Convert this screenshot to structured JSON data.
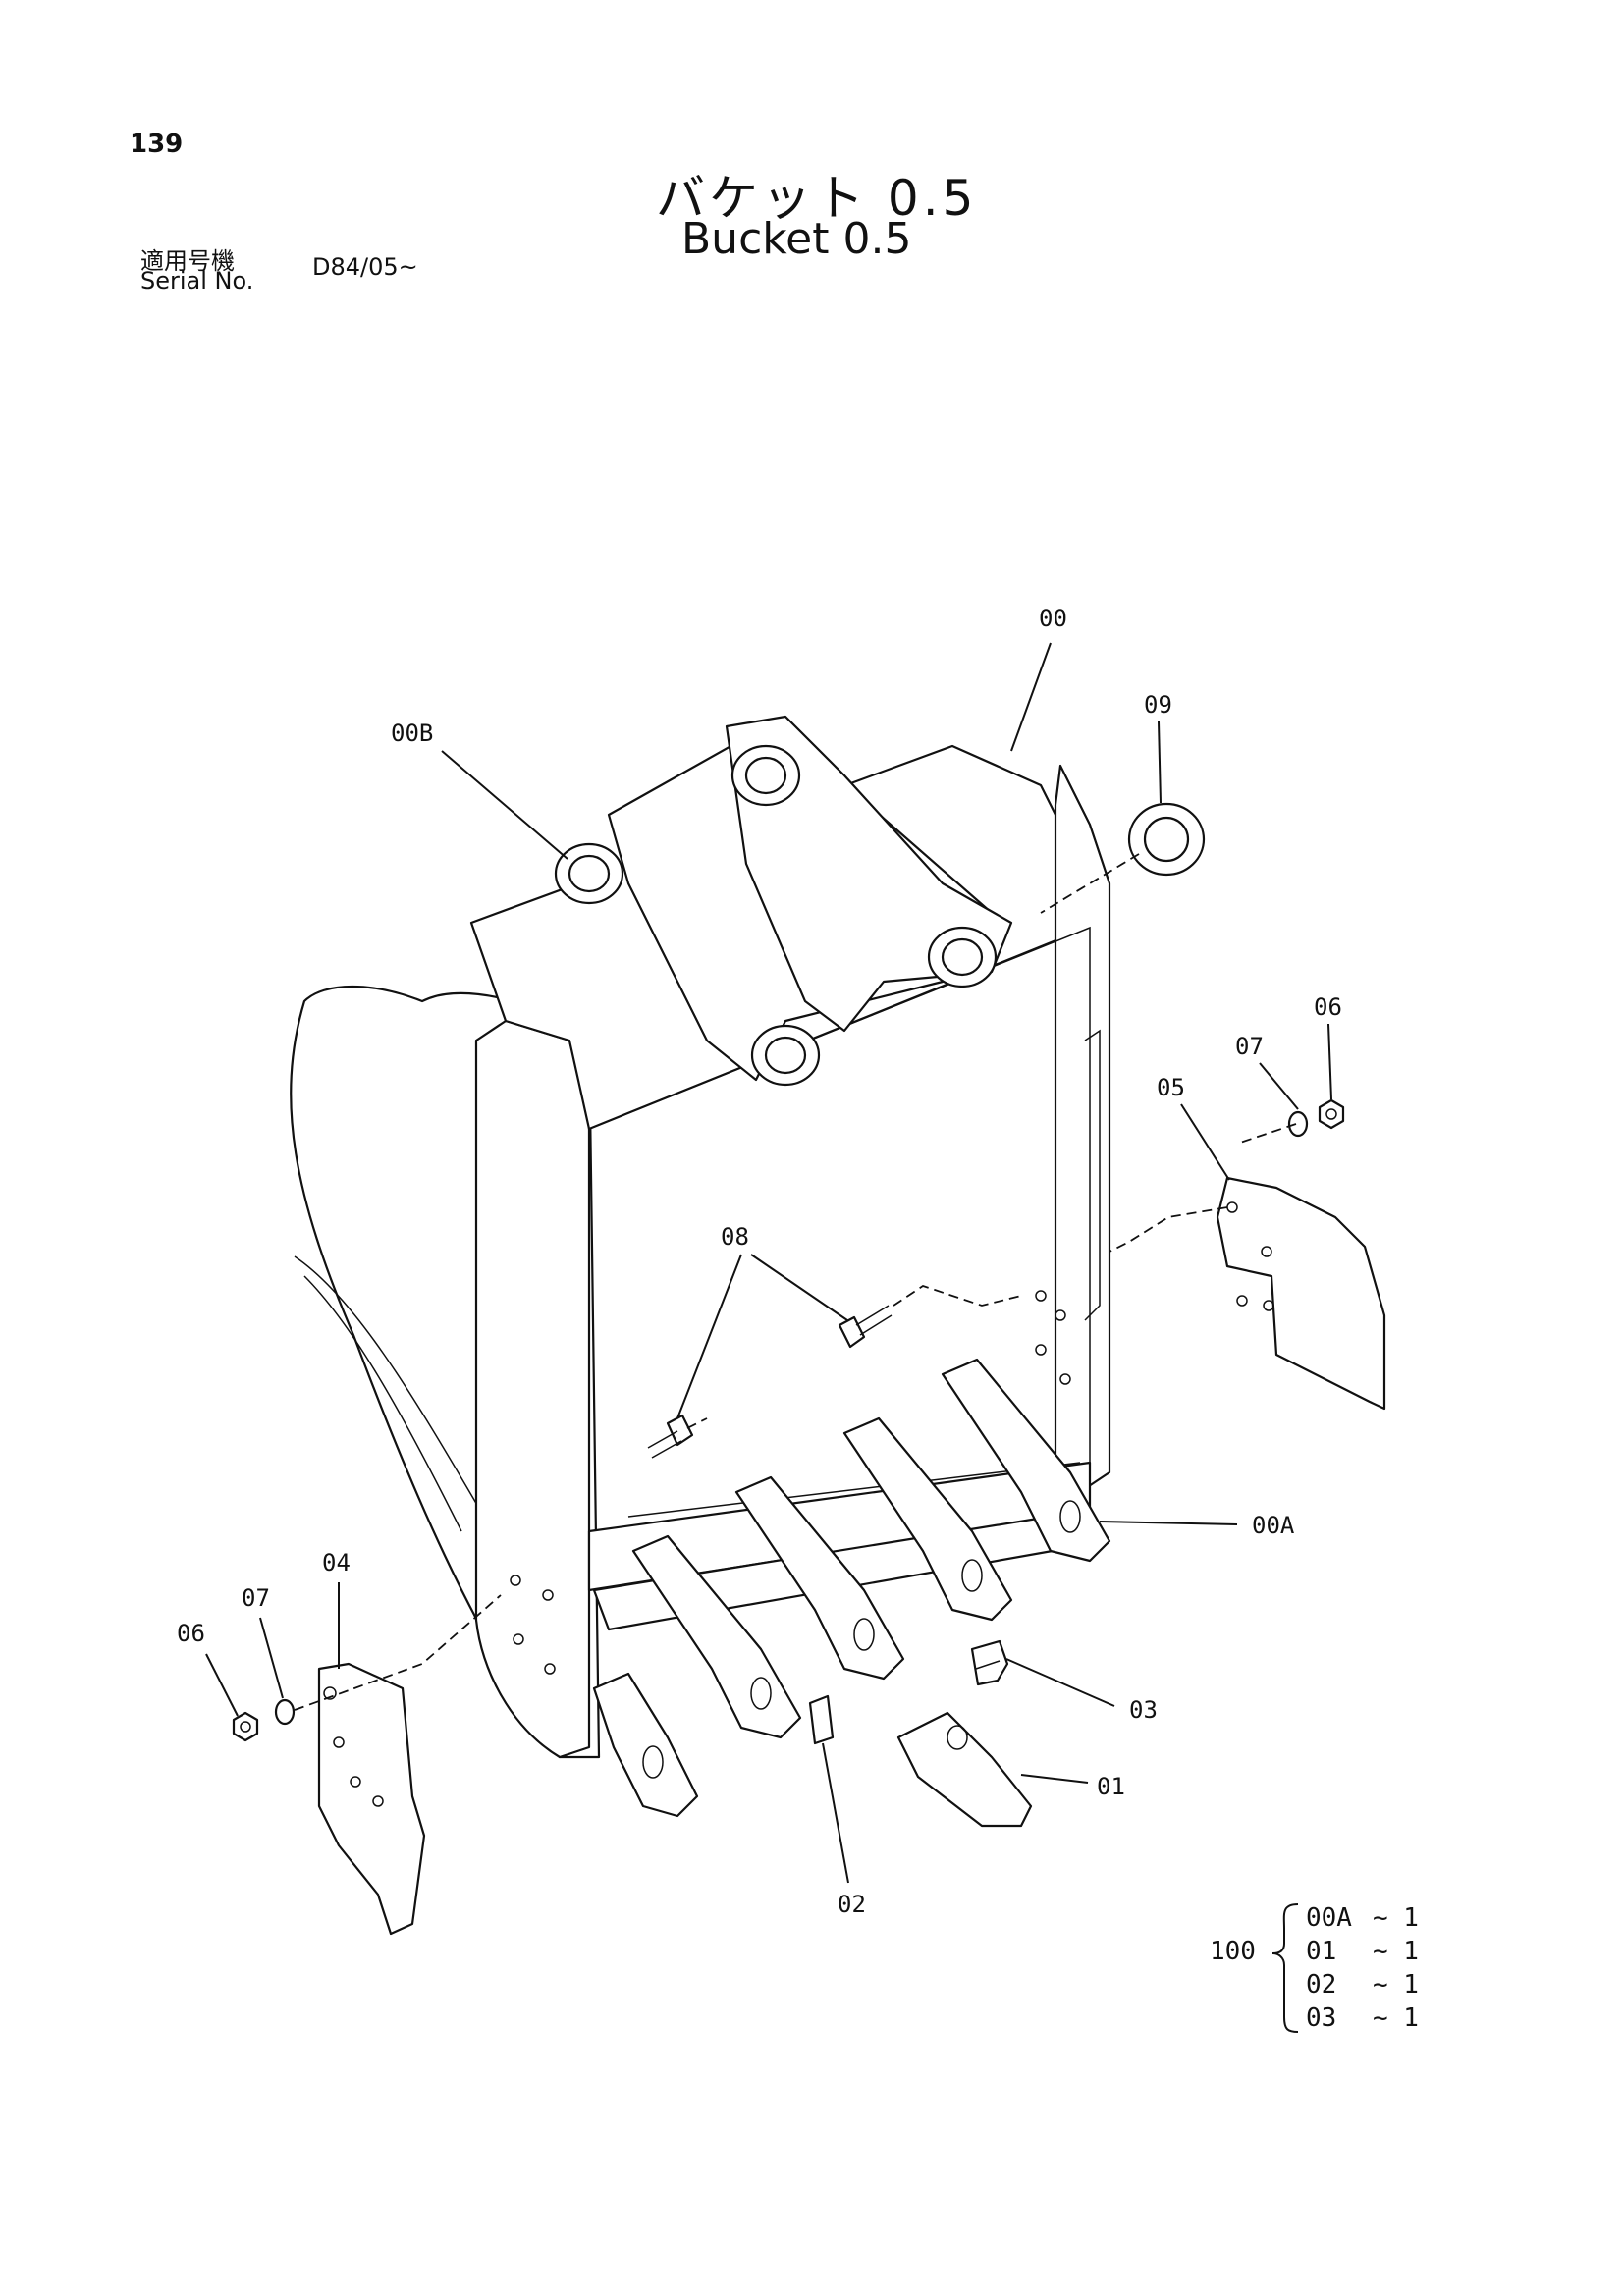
{
  "page_number": "139",
  "title_ja": "バケット 0.5",
  "title_en": "Bucket 0.5",
  "serial_label_ja": "適用号機",
  "serial_label_en": "Serial No.",
  "serial_value": "D84/05~",
  "callouts": {
    "c00": "00",
    "c09": "09",
    "c00B": "00B",
    "c06r": "06",
    "c07r": "07",
    "c05": "05",
    "c08": "08",
    "c00A": "00A",
    "c04": "04",
    "c07l": "07",
    "c06l": "06",
    "c03": "03",
    "c01": "01",
    "c02": "02"
  },
  "kit": {
    "number": "100",
    "items": [
      {
        "part": "00A",
        "qty": "~ 1"
      },
      {
        "part": "01",
        "qty": "~ 1"
      },
      {
        "part": "02",
        "qty": "~ 1"
      },
      {
        "part": "03",
        "qty": "~ 1"
      }
    ]
  }
}
